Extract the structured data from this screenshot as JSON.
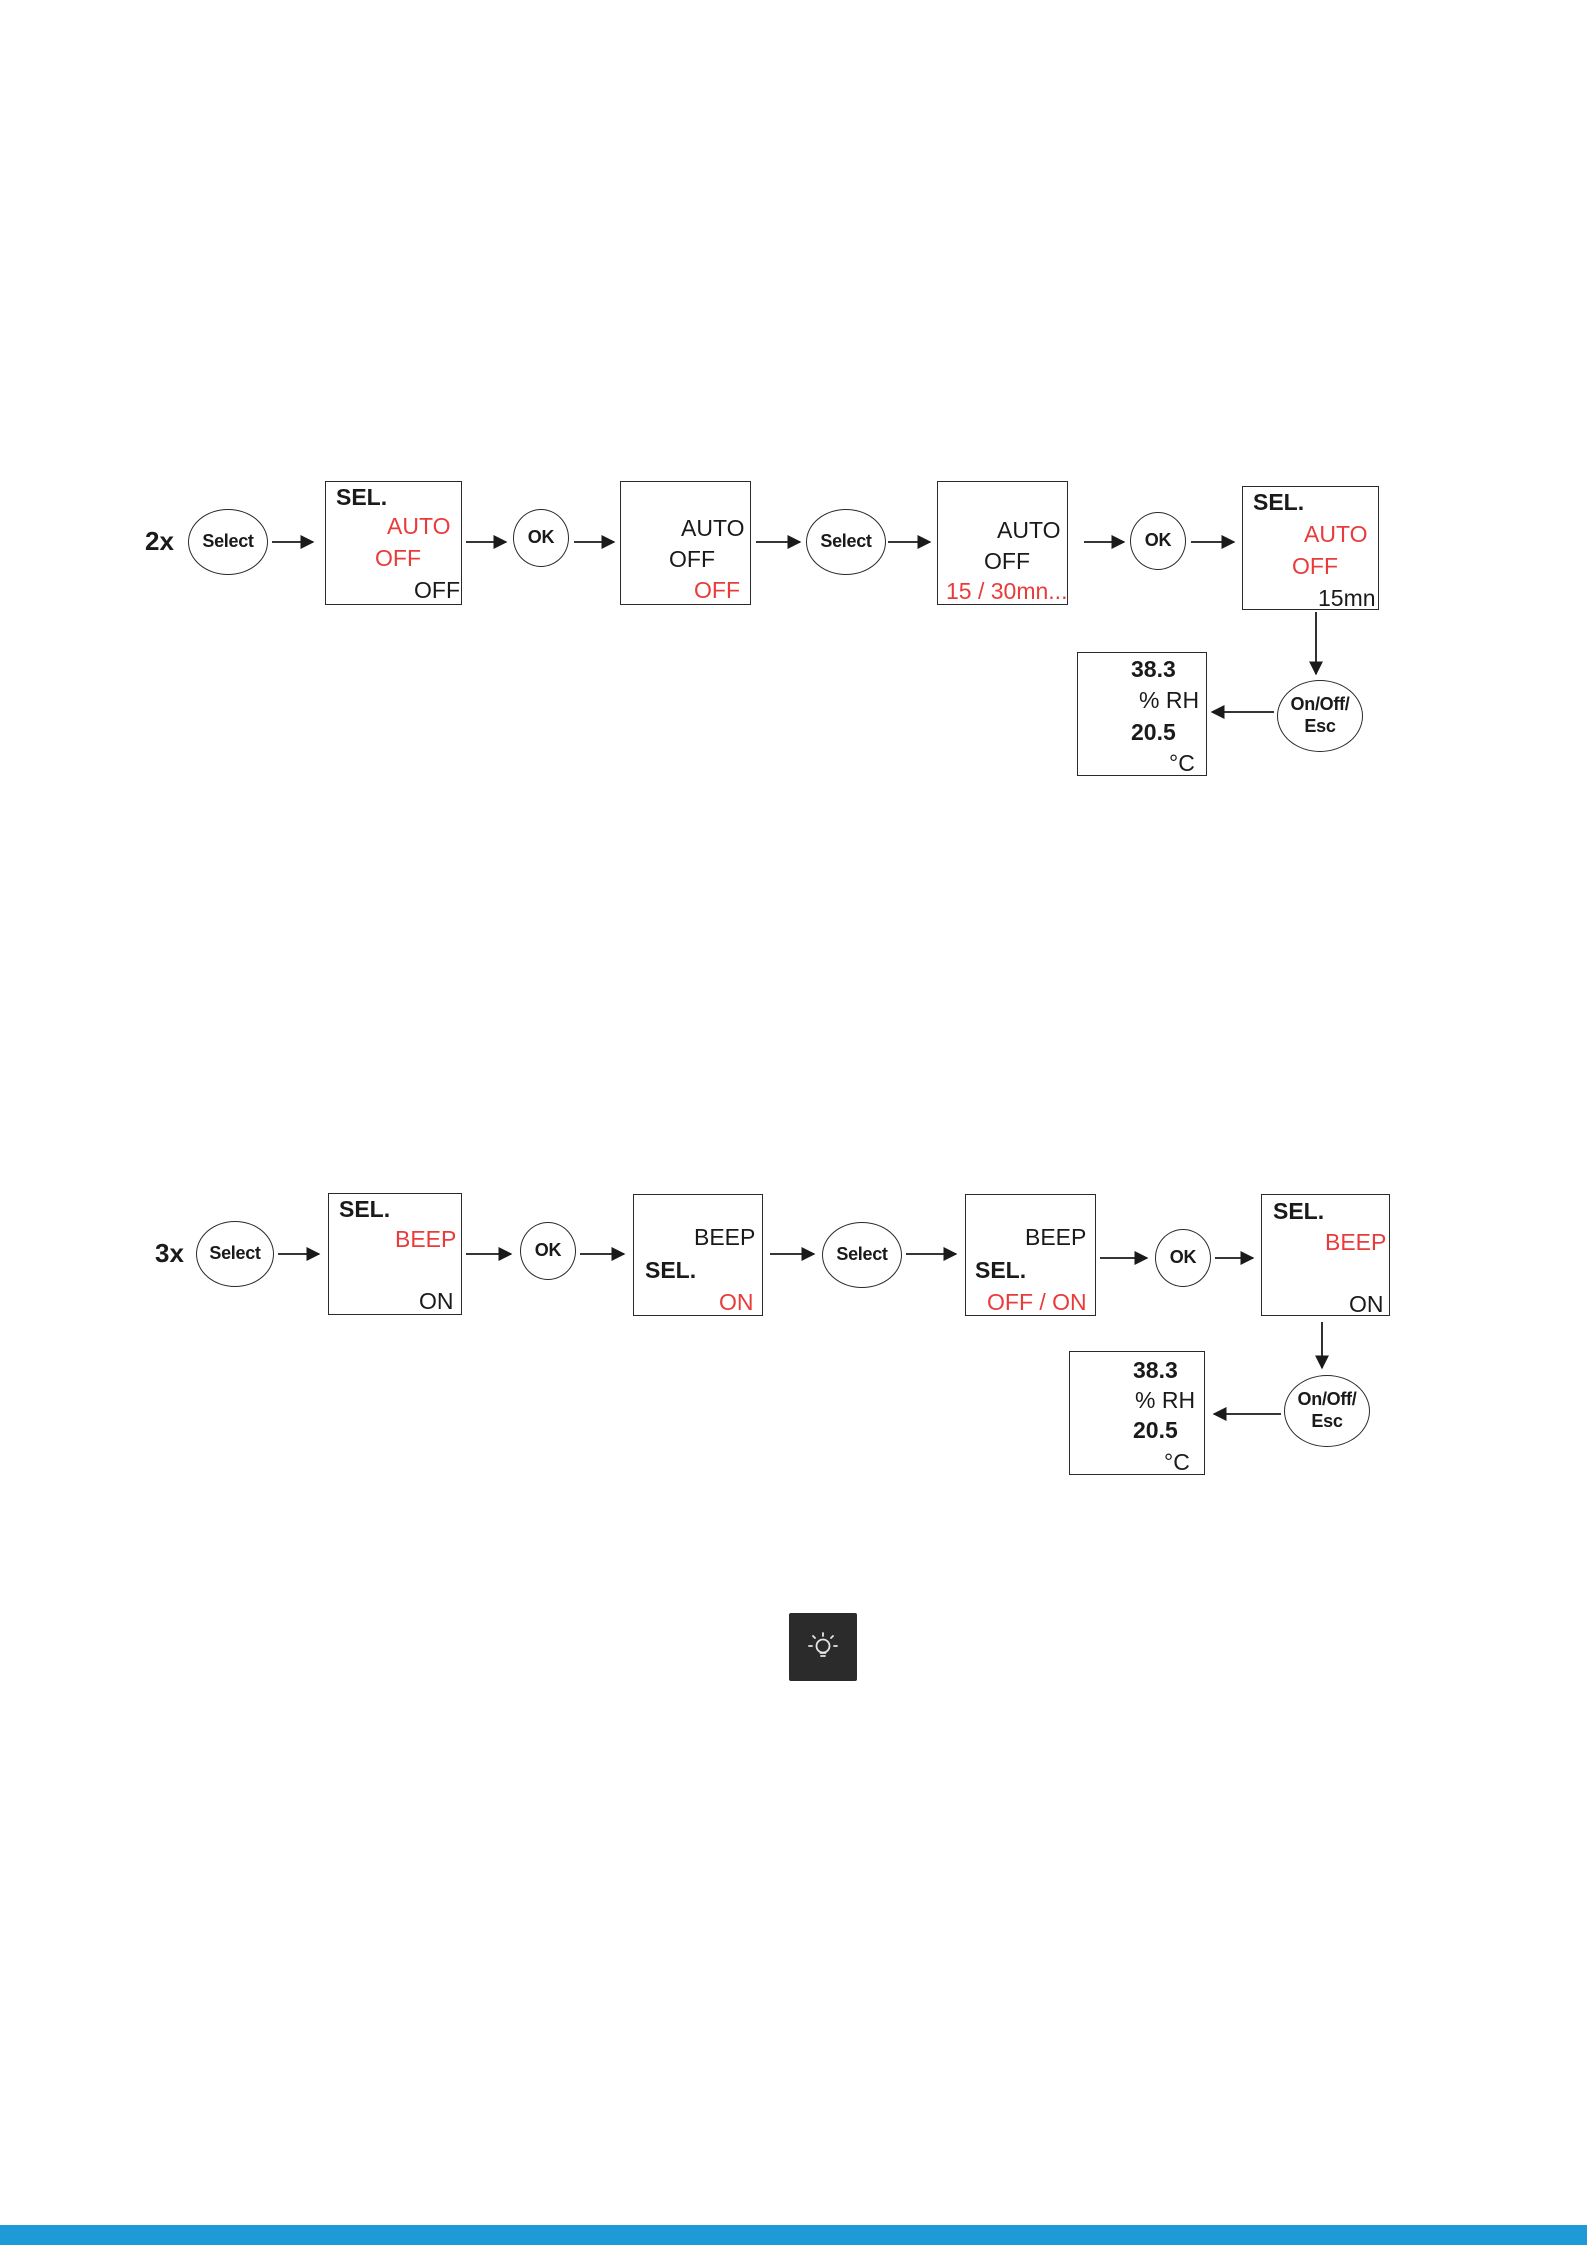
{
  "flow_1": {
    "repeat": "2x",
    "buttons": {
      "select_1": "Select",
      "ok_1": "OK",
      "select_2": "Select",
      "ok_2": "OK",
      "esc_line1": "On/Off/",
      "esc_line2": "Esc"
    },
    "screen_1": {
      "l1": "SEL.",
      "l2": "AUTO",
      "l3": "OFF",
      "l4": "OFF"
    },
    "screen_2": {
      "l1": "AUTO",
      "l2": "OFF",
      "l3": "OFF"
    },
    "screen_3": {
      "l1": "AUTO",
      "l2": "OFF",
      "l3": "15 / 30mn..."
    },
    "screen_4": {
      "l1": "SEL.",
      "l2": "AUTO",
      "l3": "OFF",
      "l4": "15mn"
    },
    "screen_result": {
      "v1": "38.3",
      "u1": "% RH",
      "v2": "20.5",
      "u2": "°C"
    }
  },
  "flow_2": {
    "repeat": "3x",
    "buttons": {
      "select_1": "Select",
      "ok_1": "OK",
      "select_2": "Select",
      "ok_2": "OK",
      "esc_line1": "On/Off/",
      "esc_line2": "Esc"
    },
    "screen_1": {
      "l1": "SEL.",
      "l2": "BEEP",
      "l3": "ON"
    },
    "screen_2": {
      "l1": "BEEP",
      "l2": "SEL.",
      "l3": "ON"
    },
    "screen_3": {
      "l1": "BEEP",
      "l2": "SEL.",
      "l3": "OFF / ON"
    },
    "screen_4": {
      "l1": "SEL.",
      "l2": "BEEP",
      "l3": "ON"
    },
    "screen_result": {
      "v1": "38.3",
      "u1": "%  RH",
      "v2": "20.5",
      "u2": "°C"
    }
  },
  "icons": {
    "tip": "lightbulb-icon"
  },
  "colors": {
    "highlight": "#ea3b3b",
    "footer": "#1e9ad6",
    "icon_box": "#2b2b2b"
  }
}
